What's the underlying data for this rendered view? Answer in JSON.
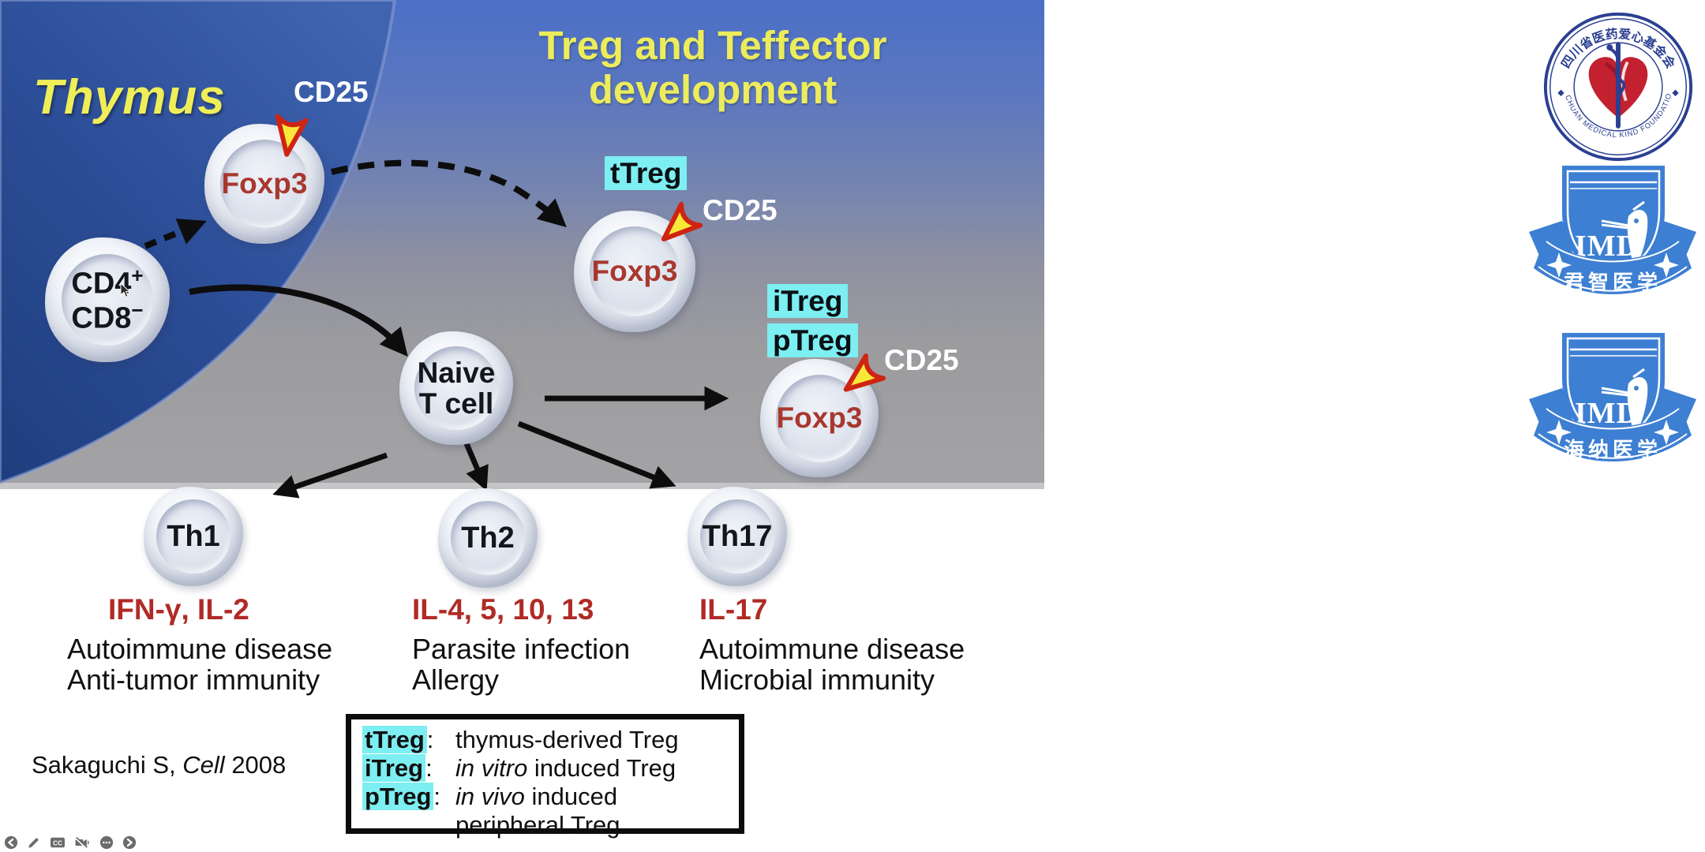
{
  "slide": {
    "title_line1": "Treg and Teffector",
    "title_line2": "development",
    "thymus_label": "Thymus",
    "labels": {
      "cd25": "CD25",
      "foxp3": "Foxp3"
    },
    "cells": {
      "thymocyte": {
        "line1": "CD4",
        "sup1": "+",
        "line2": "CD8",
        "sup2": "−"
      },
      "naive": {
        "line1": "Naive",
        "line2": "T cell"
      },
      "th1": "Th1",
      "th2": "Th2",
      "th17": "Th17"
    },
    "treg_tags": {
      "ttreg": "tTreg",
      "itreg": "iTreg",
      "ptreg": "pTreg"
    },
    "columns": [
      {
        "cytokines": "IFN-γ, IL-2",
        "lines": [
          "Autoimmune disease",
          "Anti-tumor immunity"
        ]
      },
      {
        "cytokines": "IL-4, 5, 10, 13",
        "lines": [
          "Parasite infection",
          "Allergy"
        ]
      },
      {
        "cytokines": "IL-17",
        "lines": [
          "Autoimmune disease",
          "Microbial immunity"
        ]
      }
    ],
    "legend": [
      {
        "term": "tTreg",
        "colon": ":",
        "italic": "",
        "rest": "thymus-derived Treg"
      },
      {
        "term": "iTreg",
        "colon": ":",
        "italic": "in vitro",
        "rest": " induced Treg"
      },
      {
        "term": "pTreg",
        "colon": ":",
        "italic": "in vivo",
        "rest": " induced peripheral Treg"
      }
    ],
    "citation": {
      "pre": "Sakaguchi S, ",
      "italic": "Cell",
      "post": " 2008"
    }
  },
  "logos": {
    "foundation": {
      "cn": "四川省医药爱心基金会",
      "en": "SICHUAN MEDICAL KIND FOUNDATION"
    },
    "imd_top": {
      "abbr": "IMD",
      "cn": "君智医学"
    },
    "imd_bottom": {
      "abbr": "IMD",
      "cn": "海纳医学"
    }
  },
  "toolbar": {
    "icons": [
      "back",
      "pencil",
      "closed-captions",
      "camera-off",
      "more-options",
      "forward"
    ]
  },
  "colors": {
    "highlight_cyan": "#7deef1",
    "title_yellow": "#ecec5c",
    "cytokine_red": "#b02b26",
    "foxp3_red": "#a8382f",
    "receptor_red": "#cf2412",
    "receptor_yellow": "#f9e838",
    "imd_blue": "#3d7fd2",
    "seal_blue": "#2b3f92",
    "seal_red": "#c32030"
  }
}
